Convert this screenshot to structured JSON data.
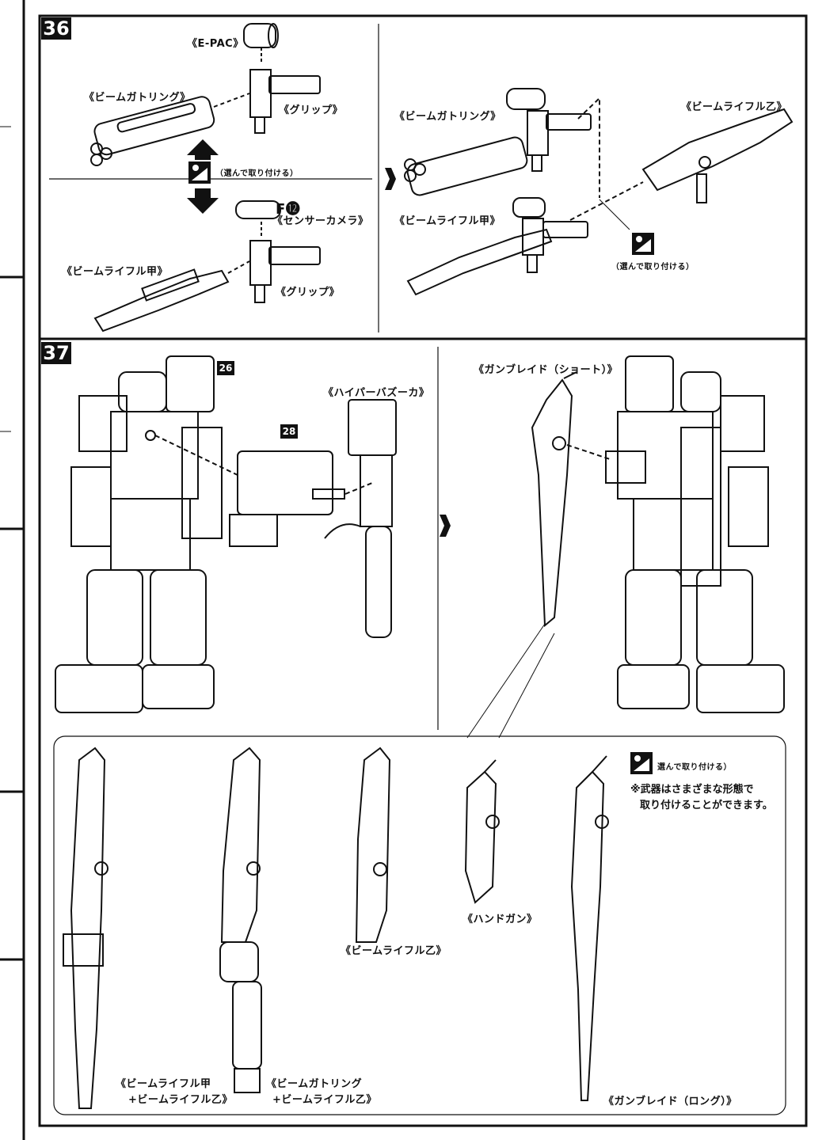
{
  "steps": {
    "s36": {
      "number": "36",
      "labels": {
        "epac": "《E-PAC》",
        "gatling_top": "《ビームガトリング》",
        "grip_top": "《グリップ》",
        "choose": "（選んで取り付ける）",
        "part_ref": "F⓬",
        "sensor_camera": "《センサーカメラ》",
        "rifle_kou_left": "《ビームライフル甲》",
        "grip_bottom": "《グリップ》",
        "gatling_right": "《ビームガトリング》",
        "rifle_otsu_right": "《ビームライフル乙》",
        "rifle_kou_right": "《ビームライフル甲》",
        "choose_right": "（選んで取り付ける）"
      }
    },
    "s37": {
      "number": "37",
      "part_26": "26",
      "part_28": "28",
      "labels": {
        "bazooka": "《ハイパーバズーカ》",
        "gunblade_short": "《ガンブレイド（ショート）》",
        "handgun": "《ハンドガン》",
        "rifle_otsu": "《ビームライフル乙》",
        "combo1_line1": "《ビームライフル甲",
        "combo1_line2": "+ビームライフル乙》",
        "combo2_line1": "《ビームガトリング",
        "combo2_line2": "+ビームライフル乙》",
        "gunblade_long": "《ガンブレイド（ロング）》",
        "choose": "選んで取り付ける）",
        "note_line1": "※武器はさまざまな形態で",
        "note_line2": "取り付けることができます。"
      }
    }
  },
  "icons": {
    "choose_icon": "choose-attach-icon",
    "arrow_icon": "next-arrow-icon"
  }
}
